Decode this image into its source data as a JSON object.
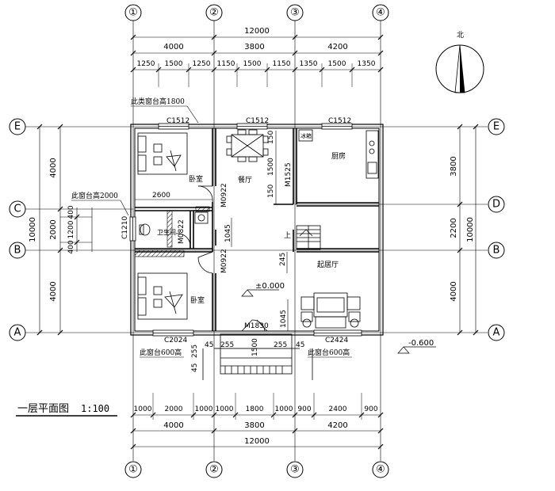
{
  "axes": {
    "cols": [
      "①",
      "②",
      "③",
      "④"
    ],
    "rows": [
      "E",
      "D",
      "C",
      "B",
      "A"
    ]
  },
  "dims": {
    "top_total": "12000",
    "top_bays": [
      "4000",
      "3800",
      "4200"
    ],
    "top_sub": [
      "1250",
      "1500",
      "1250",
      "1150",
      "1500",
      "1150",
      "1350",
      "1500",
      "1350"
    ],
    "bottom_sub": [
      "1000",
      "2000",
      "1000",
      "1000",
      "1800",
      "1000",
      "900",
      "2400",
      "900"
    ],
    "bottom_bays": [
      "4000",
      "3800",
      "4200"
    ],
    "bottom_total": "12000",
    "left_outer": [
      "4000",
      "2000",
      "4000"
    ],
    "left_inner": [
      "1200",
      "400",
      "400"
    ],
    "left_total": "10000",
    "right_outer": [
      "3800",
      "2200",
      "4000"
    ],
    "right_total": "10000",
    "interior": [
      "2600",
      "1500",
      "150",
      "150",
      "1045",
      "1045",
      "245",
      "1500",
      "255",
      "255",
      "45",
      "45",
      "45",
      "255"
    ]
  },
  "windows": [
    "C1512",
    "C1512",
    "C1512",
    "C1210",
    "C2024",
    "C2424"
  ],
  "doors": [
    "M0922",
    "M0822",
    "M0922",
    "M1525",
    "M1830"
  ],
  "rooms": {
    "bedroom_top": "卧室",
    "dining": "餐厅",
    "kitchen": "厨房",
    "toilet": "卫生间",
    "bedroom_bottom": "卧室",
    "living": "起居厅"
  },
  "notes": {
    "sill_1800": "此类窗台高1800",
    "sill_2000": "此窗台高2000",
    "sill_600_left": "此窗台600高",
    "sill_600_right": "此窗台600高",
    "up": "上",
    "level_floor": "±0.000",
    "level_ground": "-0.600",
    "compass": "北",
    "fridge": "冰箱"
  },
  "title": "一层平面图",
  "scale": "1:100"
}
